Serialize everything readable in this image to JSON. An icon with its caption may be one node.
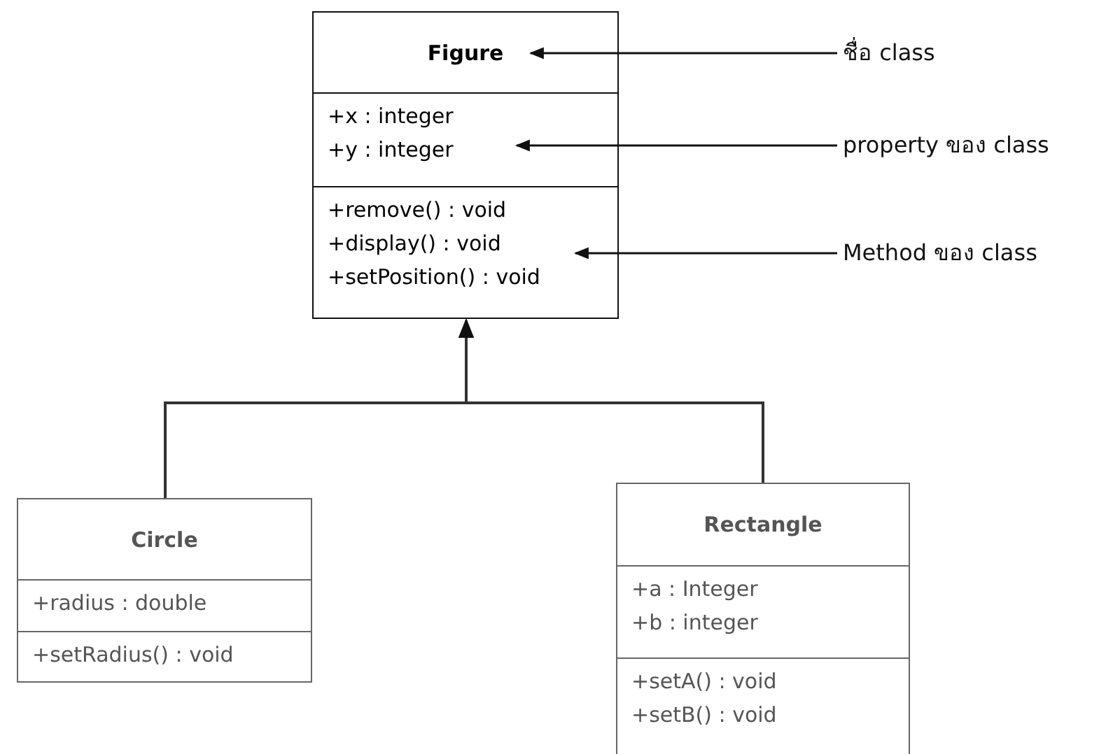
{
  "diagram": {
    "nodes": [
      {
        "text": [],
        "shape": "box"
      },
      {
        "text": [
          "Figure"
        ],
        "in": 0
      },
      {
        "text": [
          "+x : integer",
          "+y : integer"
        ],
        "in": 0
      },
      {
        "text": [
          "+remove() : void",
          "+display() : void",
          "+setPosition() : void"
        ],
        "in": 0
      },
      {
        "text": [],
        "shape": "box"
      },
      {
        "text": [
          "Circle"
        ],
        "in": 4
      },
      {
        "text": [
          "+radius : double"
        ],
        "in": 4
      },
      {
        "text": [
          "+setRadius() : void"
        ],
        "in": 4
      },
      {
        "text": [],
        "shape": "box"
      },
      {
        "text": [
          "Rectangle"
        ],
        "in": 8
      },
      {
        "text": [
          "+a : Integer",
          "+b : integer"
        ],
        "in": 8
      },
      {
        "text": [
          "+setA() : void",
          "+setB() : void"
        ],
        "in": 8
      },
      {
        "text": [
          "ชื่อ class"
        ]
      },
      {
        "text": [
          "property ของ class"
        ]
      },
      {
        "text": [
          "Method ของ class"
        ]
      }
    ],
    "edges": [
      {
        "from": 4,
        "to": 0,
        "arrow": "to"
      },
      {
        "from": 8,
        "to": 0,
        "arrow": "to"
      },
      {
        "from": 12,
        "to": 1,
        "arrow": "to"
      },
      {
        "from": 13,
        "to": 2,
        "arrow": "to"
      },
      {
        "from": 14,
        "to": 3,
        "arrow": "to"
      }
    ]
  }
}
